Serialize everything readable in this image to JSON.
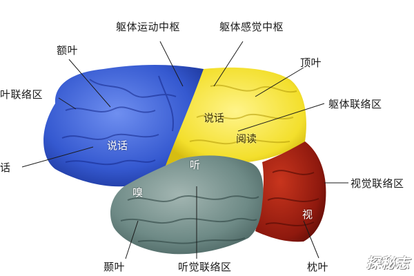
{
  "labels": {
    "torso_motor": "躯体运动中枢",
    "torso_sensory": "躯体感觉中枢",
    "frontal_lobe": "额叶",
    "parietal_lobe": "顶叶",
    "frontal_assoc": "叶联络区",
    "torso_assoc": "躯体联络区",
    "speech_left": "话",
    "visual_assoc": "视觉联络区",
    "temporal_lobe": "颞叶",
    "auditory_assoc": "听觉联络区",
    "occipital_lobe": "枕叶"
  },
  "inner": {
    "speak_blue": "说话",
    "speak_yellow": "说话",
    "read": "阅读",
    "hear": "听",
    "smell": "嗅",
    "see": "视"
  },
  "watermark": "探秘志",
  "colors": {
    "frontal": "#3d63d8",
    "parietal": "#f2e23a",
    "temporal": "#6f8a86",
    "occipital": "#a01e12"
  }
}
